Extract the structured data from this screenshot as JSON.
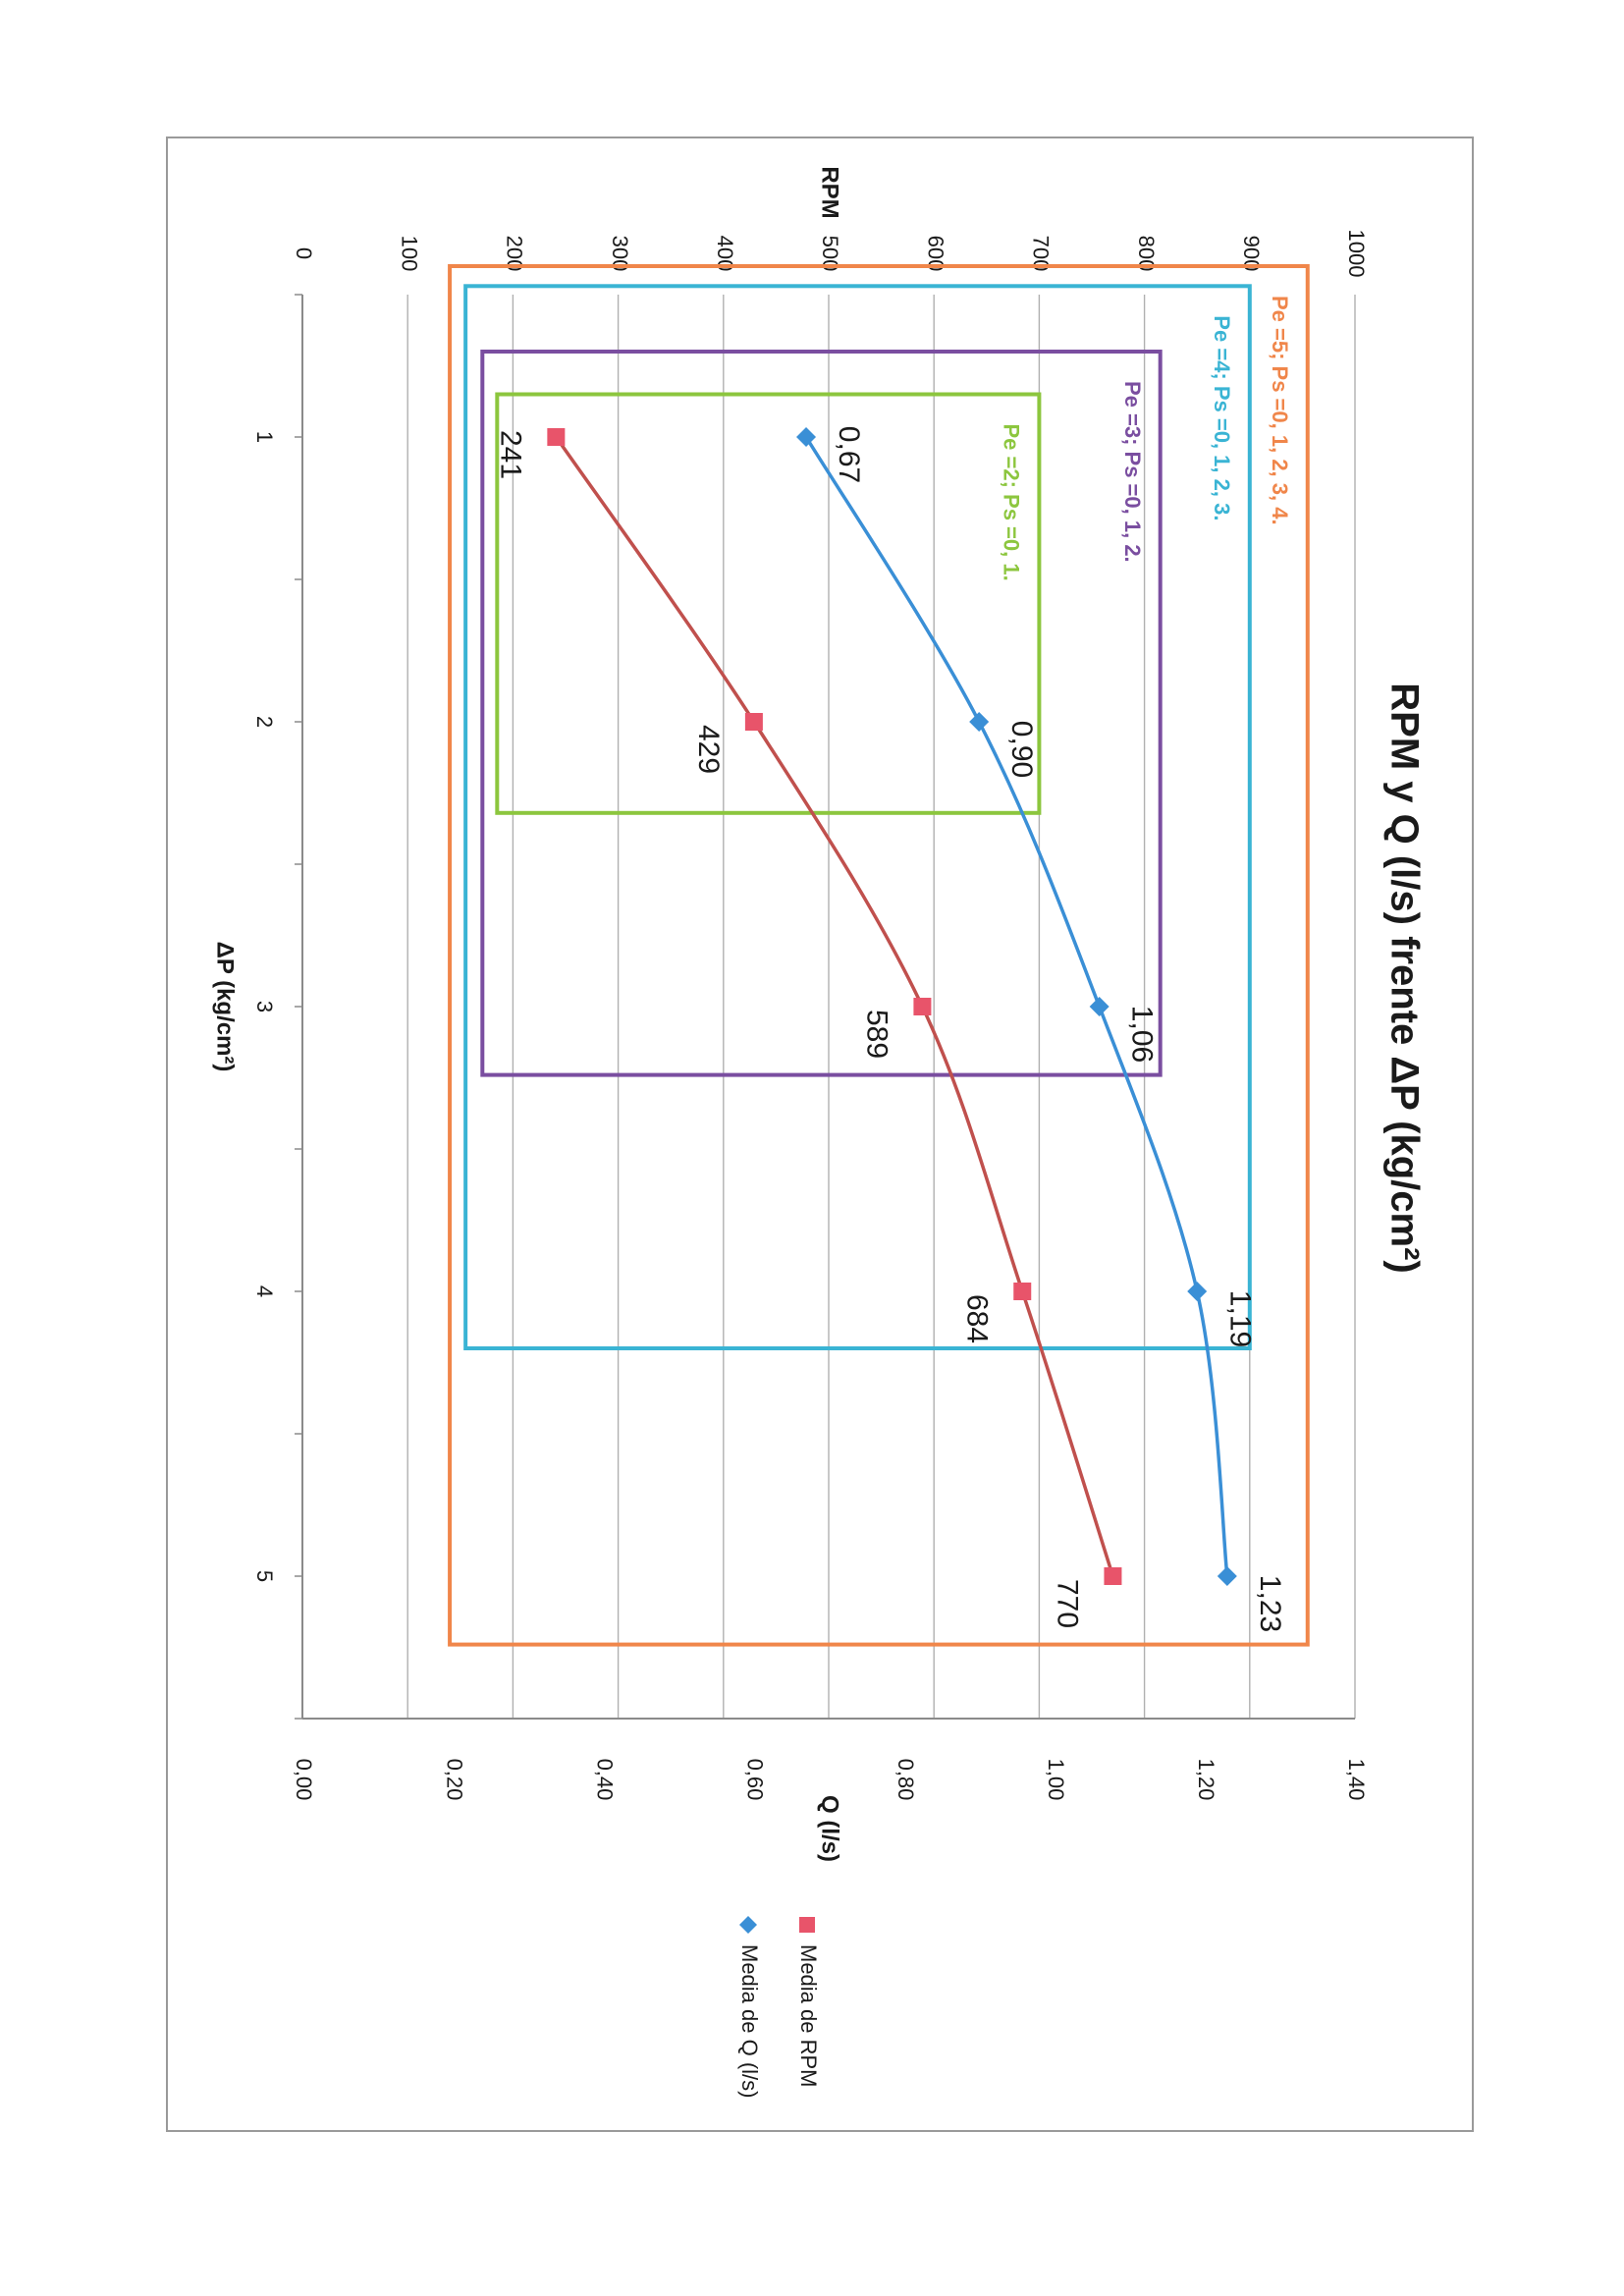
{
  "chart_data": {
    "type": "line",
    "title": "RPM y Q (l/s) frente ΔP (kg/cm²)",
    "xlabel": "ΔP (kg/cm²)",
    "ylabel_left": "RPM",
    "ylabel_right": "Q (l/s)",
    "x": [
      1,
      2,
      3,
      4,
      5
    ],
    "x_ticks": [
      "1",
      "2",
      "3",
      "4",
      "5"
    ],
    "ylim_left": [
      0,
      1000
    ],
    "yticks_left": [
      "0",
      "100",
      "200",
      "300",
      "400",
      "500",
      "600",
      "700",
      "800",
      "900",
      "1000"
    ],
    "ylim_right": [
      0,
      1.4
    ],
    "yticks_right": [
      "0,00",
      "0,20",
      "0,40",
      "0,60",
      "0,80",
      "1,00",
      "1,20",
      "1,40"
    ],
    "grid": true,
    "legend_position": "right",
    "series": [
      {
        "name": "Media de RPM",
        "axis": "left",
        "marker": "square",
        "color": "#c0504d",
        "marker_color": "#e8546a",
        "values": [
          241,
          429,
          589,
          684,
          770
        ],
        "labels": [
          "241",
          "429",
          "589",
          "684",
          "770"
        ]
      },
      {
        "name": "Media de Q (l/s)",
        "axis": "right",
        "marker": "diamond",
        "color": "#3a8fd6",
        "marker_color": "#3a8fd6",
        "values": [
          0.67,
          0.9,
          1.06,
          1.19,
          1.23
        ],
        "labels": [
          "0,67",
          "0,90",
          "1,06",
          "1,19",
          "1,23"
        ]
      }
    ],
    "annotation_boxes": [
      {
        "label": "Pe =5; Ps =0, 1, 2, 3, 4.",
        "color": "#f0864a",
        "x_range": [
          0.4,
          5.24
        ],
        "rpm_range": [
          140,
          955
        ]
      },
      {
        "label": "Pe =4; Ps =0, 1, 2, 3.",
        "color": "#3ab4d4",
        "x_range": [
          0.47,
          4.2
        ],
        "rpm_range": [
          155,
          900
        ]
      },
      {
        "label": "Pe =3; Ps =0, 1, 2.",
        "color": "#7a4ea0",
        "x_range": [
          0.7,
          3.24
        ],
        "rpm_range": [
          171,
          815
        ]
      },
      {
        "label": "Pe =2; Ps =0, 1.",
        "color": "#8cc63e",
        "x_range": [
          0.85,
          2.32
        ],
        "rpm_range": [
          185,
          700
        ]
      }
    ]
  }
}
